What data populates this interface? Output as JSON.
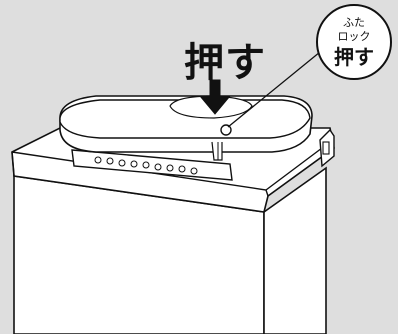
{
  "labels": {
    "press": "押す",
    "callout_line1": "ふた",
    "callout_line2": "ロック",
    "callout_line3": "押す"
  }
}
